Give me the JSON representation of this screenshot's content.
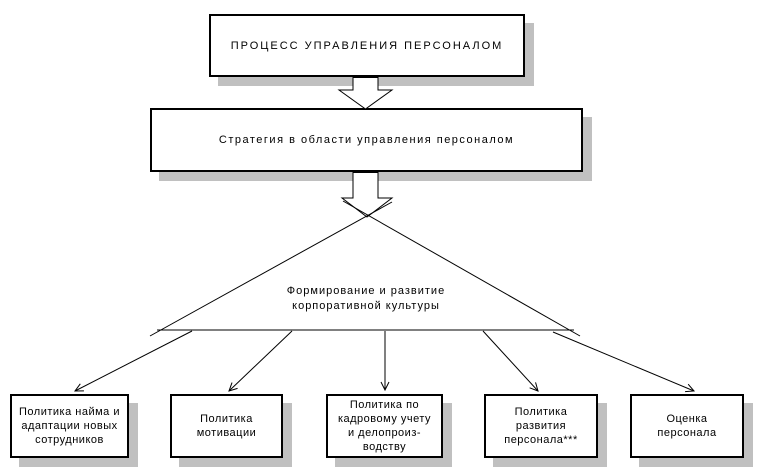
{
  "diagram": {
    "title_box": "ПРОЦЕСС УПРАВЛЕНИЯ ПЕРСОНАЛОМ",
    "strategy_box": "Стратегия в области управления персоналом",
    "triangle": {
      "line1": "Формирование и развитие",
      "line2": "корпоративной культуры"
    },
    "bottom_boxes": [
      {
        "name": "hiring-adaptation-policy",
        "lines": [
          "Политика найма и",
          "адаптации новых",
          "сотрудников"
        ]
      },
      {
        "name": "motivation-policy",
        "lines": [
          "Политика",
          "мотивации"
        ]
      },
      {
        "name": "hr-records-policy",
        "lines": [
          "Политика по",
          "кадровому учету",
          "и делопроиз-",
          "водству"
        ]
      },
      {
        "name": "development-policy",
        "lines": [
          "Политика",
          "развития",
          "персонала***"
        ]
      },
      {
        "name": "personnel-assessment",
        "lines": [
          "Оценка",
          "персонала"
        ]
      }
    ],
    "colors": {
      "background": "#ffffff",
      "line": "#000000",
      "shadow": "#c0c0c0"
    }
  }
}
